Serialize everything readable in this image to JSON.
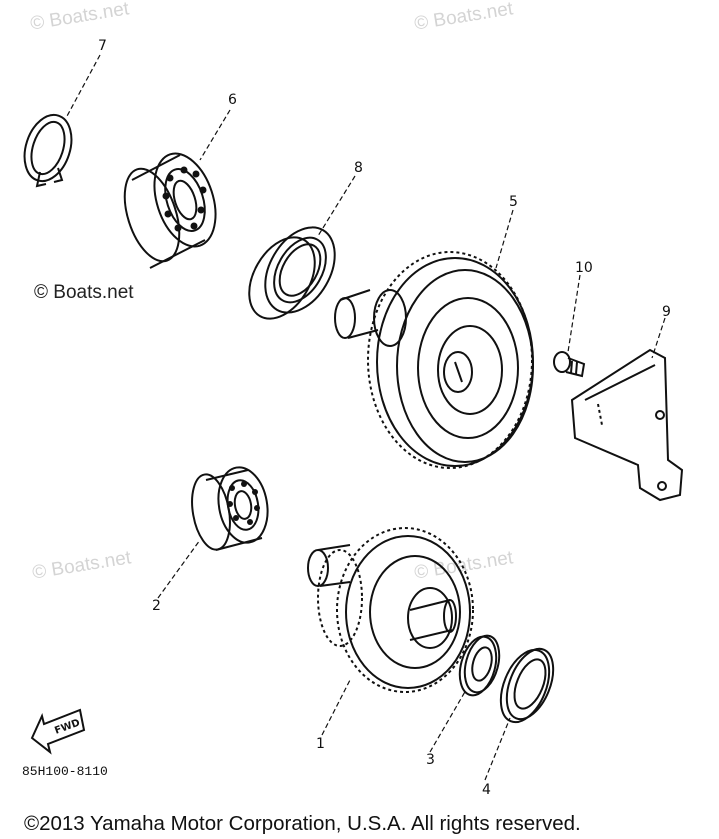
{
  "watermarks": [
    {
      "id": "wm-top-left",
      "text": "© Boats.net"
    },
    {
      "id": "wm-top-right",
      "text": "© Boats.net"
    },
    {
      "id": "wm-mid-left",
      "text": "© Boats.net"
    },
    {
      "id": "wm-lower-left",
      "text": "© Boats.net"
    },
    {
      "id": "wm-lower-right",
      "text": "© Boats.net"
    }
  ],
  "callouts": {
    "c1": "1",
    "c2": "2",
    "c3": "3",
    "c4": "4",
    "c5": "5",
    "c6": "6",
    "c7": "7",
    "c8": "8",
    "c9": "9",
    "c10": "10"
  },
  "fwd_label": "FWD",
  "diagram_code": "85H100-8110",
  "copyright": "©2013 Yamaha Motor Corporation, U.S.A. All rights reserved."
}
